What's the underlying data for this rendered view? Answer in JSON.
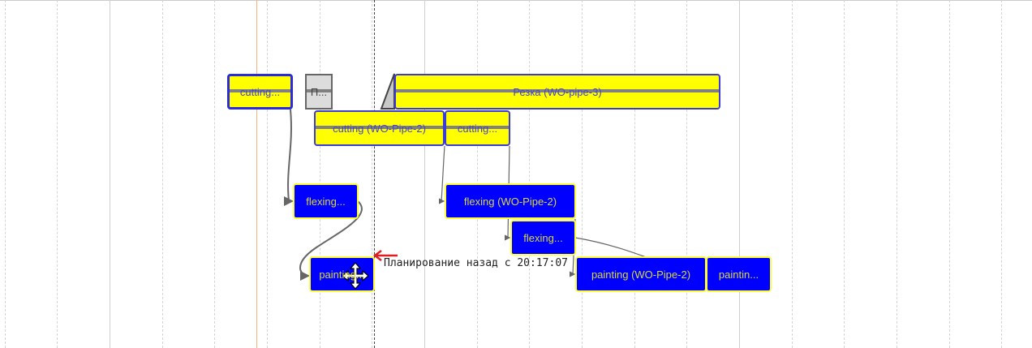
{
  "tasks": [
    {
      "label": "cutting...",
      "kind": "yellow"
    },
    {
      "label": "П...",
      "kind": "gray"
    },
    {
      "label": "Резка (WO-pipe-3)",
      "kind": "yellow"
    },
    {
      "label": "cutting (WO-Pipe-2)",
      "kind": "yellow"
    },
    {
      "label": "cutting...",
      "kind": "yellow"
    },
    {
      "label": "flexing...",
      "kind": "blue"
    },
    {
      "label": "flexing (WO-Pipe-2)",
      "kind": "blue"
    },
    {
      "label": "flexing...",
      "kind": "blue"
    },
    {
      "label": "painting...",
      "kind": "blue"
    },
    {
      "label": "painting (WO-Pipe-2)",
      "kind": "blue"
    },
    {
      "label": "paintin...",
      "kind": "blue"
    }
  ],
  "status": {
    "text": "Планирование назад с 20:17:07"
  },
  "colors": {
    "task_yellow": "#ffff00",
    "task_blue": "#0000ff",
    "now_line": "#f5b27a",
    "drag_line": "#e02020"
  }
}
